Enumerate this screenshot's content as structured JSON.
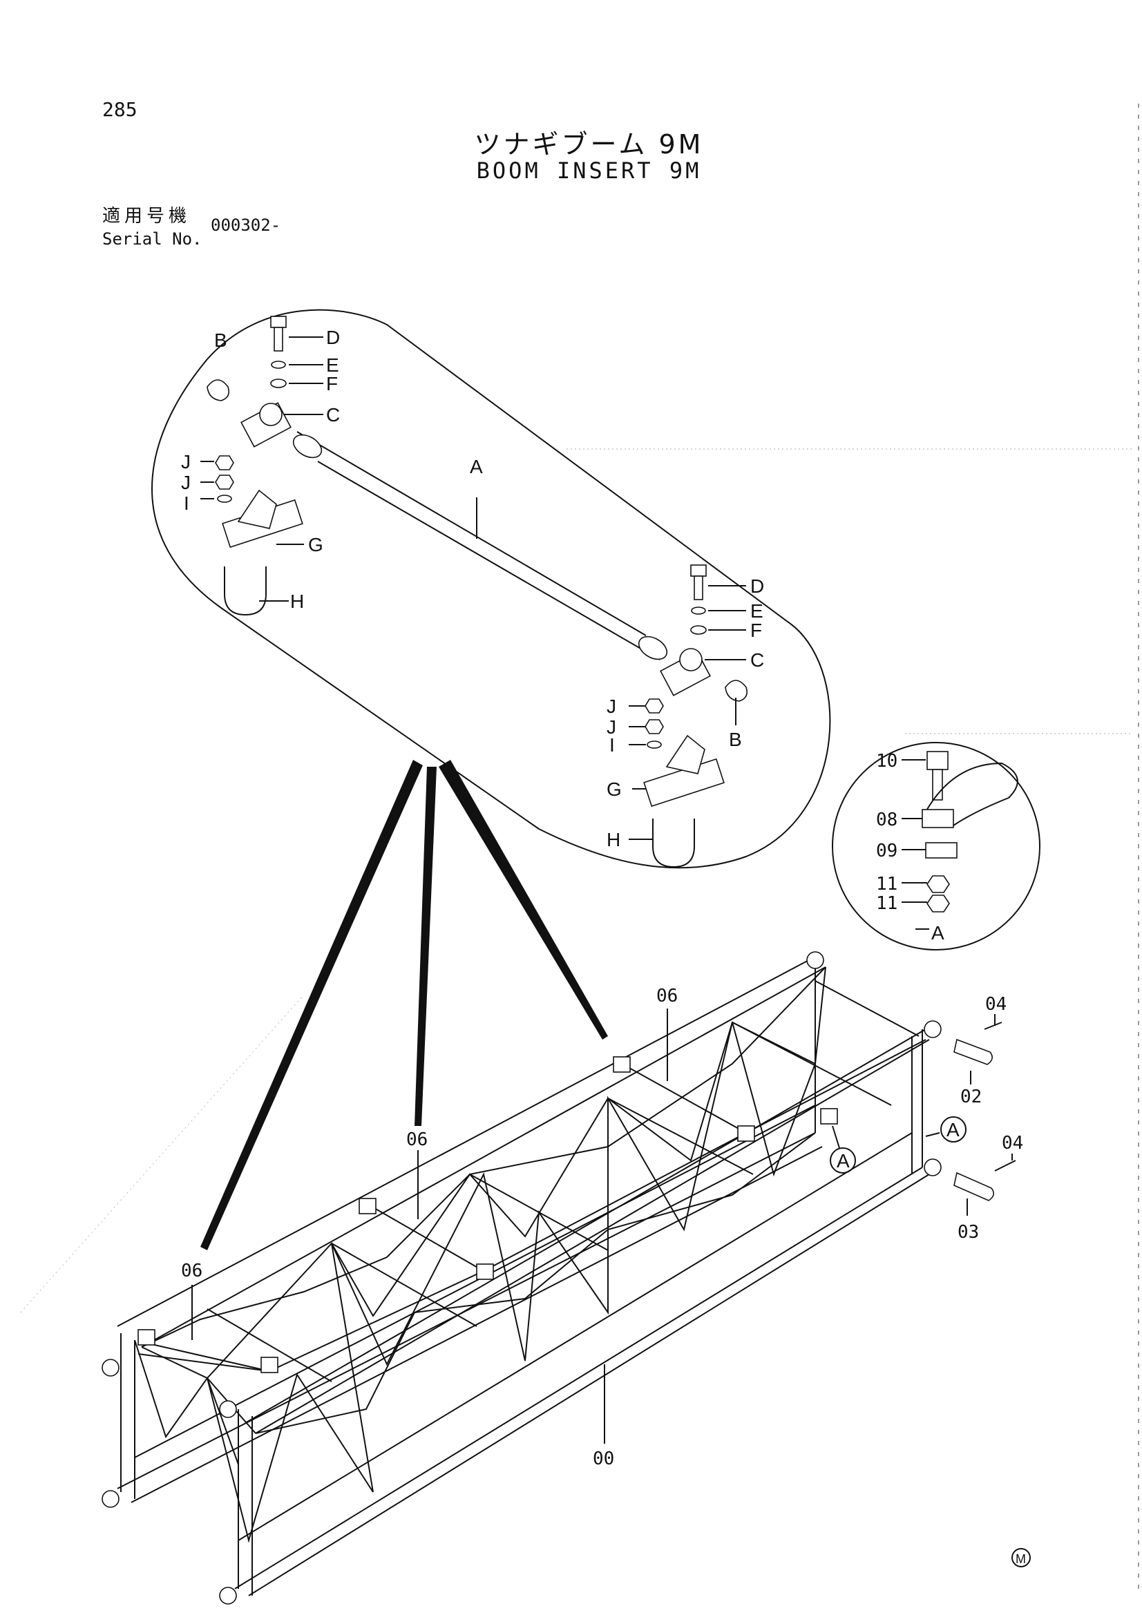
{
  "page": {
    "number": "285",
    "title_jp": "ツナギブーム 9M",
    "title_en": "BOOM INSERT 9M",
    "serial_label_jp": "適用号機",
    "serial_label_en": "Serial No.",
    "serial_value": "000302-"
  },
  "detail_upper": {
    "labels_left": [
      "B",
      "D",
      "E",
      "F",
      "C",
      "J",
      "J",
      "I",
      "G",
      "H"
    ],
    "rod_label": "A",
    "labels_right": [
      "D",
      "E",
      "F",
      "C",
      "B",
      "J",
      "J",
      "I",
      "G",
      "H"
    ]
  },
  "detail_circle": {
    "labels": [
      "10",
      "08",
      "09",
      "11",
      "11"
    ],
    "caption": "A"
  },
  "main_assembly": {
    "labels": [
      "06",
      "06",
      "06",
      "00",
      "04",
      "02",
      "04",
      "03",
      "A",
      "A"
    ]
  },
  "footer_mark": "M"
}
